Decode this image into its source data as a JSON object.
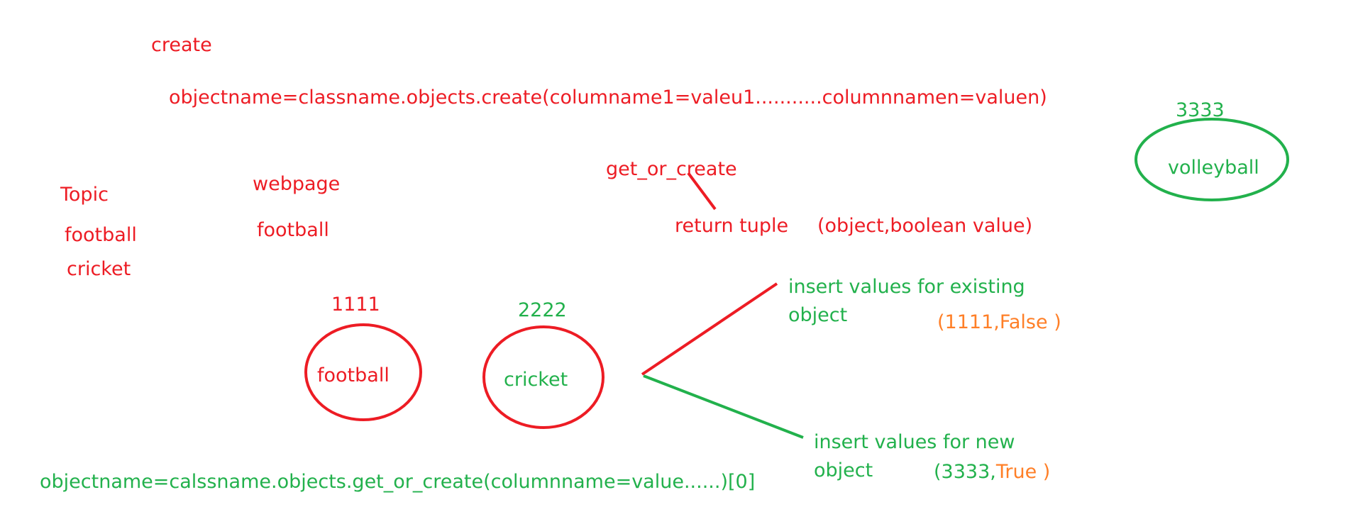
{
  "colors": {
    "red": "#ed1c24",
    "green": "#22b14c",
    "orange": "#ff7f27"
  },
  "create": {
    "heading": "create",
    "syntax": "objectname=classname.objects.create(columname1=valeu1...........columnnamen=valuen)"
  },
  "tables": {
    "topic_header": "Topic",
    "topic_rows": [
      "football",
      "cricket"
    ],
    "webpage_header": "webpage",
    "webpage_rows": [
      "football"
    ]
  },
  "get_or_create": {
    "heading": "get_or_create",
    "returns": "return tuple",
    "tuple": "(object,boolean value)",
    "existing_branch": [
      "insert values for existing",
      "object"
    ],
    "existing_result": "(1111,False  )",
    "new_branch": [
      "insert values for new",
      "object"
    ],
    "new_result_id": "(3333,",
    "new_result_bool": "True",
    "new_result_close": " )",
    "syntax": "objectname=calssname.objects.get_or_create(columnname=value......)[0]"
  },
  "objects": [
    {
      "id": "1111",
      "label": "football",
      "color": "red"
    },
    {
      "id": "2222",
      "label": "cricket",
      "color": "green"
    },
    {
      "id": "3333",
      "label": "volleyball",
      "color": "green"
    }
  ]
}
